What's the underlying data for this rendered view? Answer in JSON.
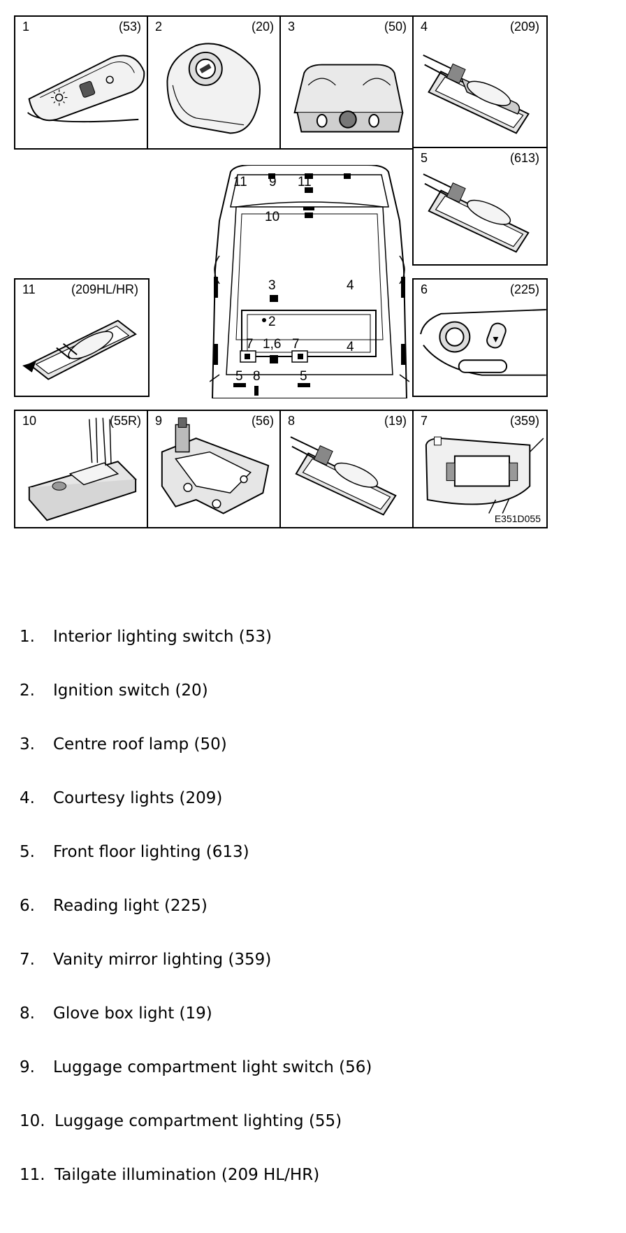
{
  "panels": [
    {
      "num": "1",
      "code": "(53)"
    },
    {
      "num": "2",
      "code": "(20)"
    },
    {
      "num": "3",
      "code": "(50)"
    },
    {
      "num": "4",
      "code": "(209)"
    },
    {
      "num": "5",
      "code": "(613)"
    },
    {
      "num": "11",
      "code": "(209HL/HR)"
    },
    {
      "num": "6",
      "code": "(225)"
    },
    {
      "num": "10",
      "code": "(55R)"
    },
    {
      "num": "9",
      "code": "(56)"
    },
    {
      "num": "8",
      "code": "(19)"
    },
    {
      "num": "7",
      "code": "(359)"
    }
  ],
  "figure_ref": "E351D055",
  "car_labels": {
    "l11a": "11",
    "l9": "9",
    "l11b": "11",
    "l10": "10",
    "l4a": "4",
    "l4b": "4",
    "l3": "3",
    "l2": "2",
    "l4c": "4",
    "l4d": "4",
    "l7a": "7",
    "l16": "1,6",
    "l7b": "7",
    "l5a": "5",
    "l8": "8",
    "l5b": "5"
  },
  "legend": [
    {
      "num": "1.",
      "text": "Interior lighting switch (53)"
    },
    {
      "num": "2.",
      "text": "Ignition switch (20)"
    },
    {
      "num": "3.",
      "text": "Centre roof lamp (50)"
    },
    {
      "num": "4.",
      "text": "Courtesy lights (209)"
    },
    {
      "num": "5.",
      "text": "Front floor lighting (613)"
    },
    {
      "num": "6.",
      "text": "Reading light (225)"
    },
    {
      "num": "7.",
      "text": "Vanity mirror lighting (359)"
    },
    {
      "num": "8.",
      "text": "Glove box light (19)"
    },
    {
      "num": "9.",
      "text": "Luggage compartment light switch (56)"
    },
    {
      "num": "10.",
      "text": "Luggage compartment lighting (55)"
    },
    {
      "num": "11.",
      "text": "Tailgate illumination (209 HL/HR)"
    }
  ]
}
